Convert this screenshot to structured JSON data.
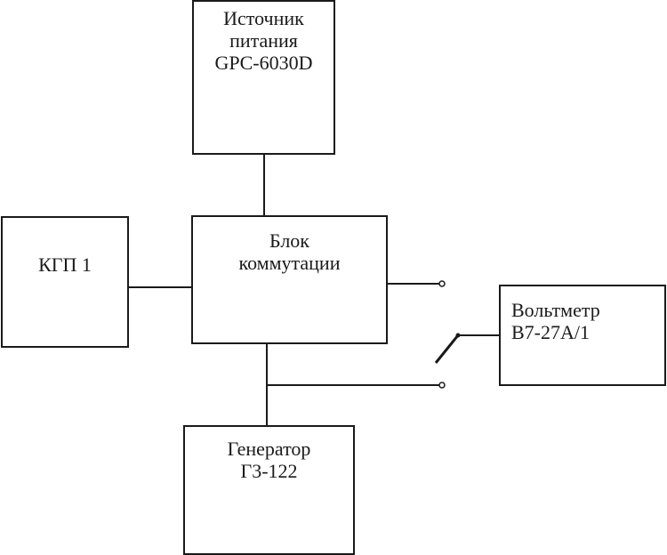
{
  "blocks": {
    "power_supply": {
      "line1": "Источник",
      "line2": "питания",
      "line3": "GPC-6030D"
    },
    "kgp": {
      "line1": "КГП 1"
    },
    "switch_unit": {
      "line1": "Блок",
      "line2": "коммутации"
    },
    "generator": {
      "line1": "Генератор",
      "line2": "Г3-122"
    },
    "voltmeter": {
      "line1": "Вольтметр",
      "line2": "В7-27А/1"
    }
  },
  "colors": {
    "line": "#1a1a1a",
    "background": "#ffffff"
  }
}
